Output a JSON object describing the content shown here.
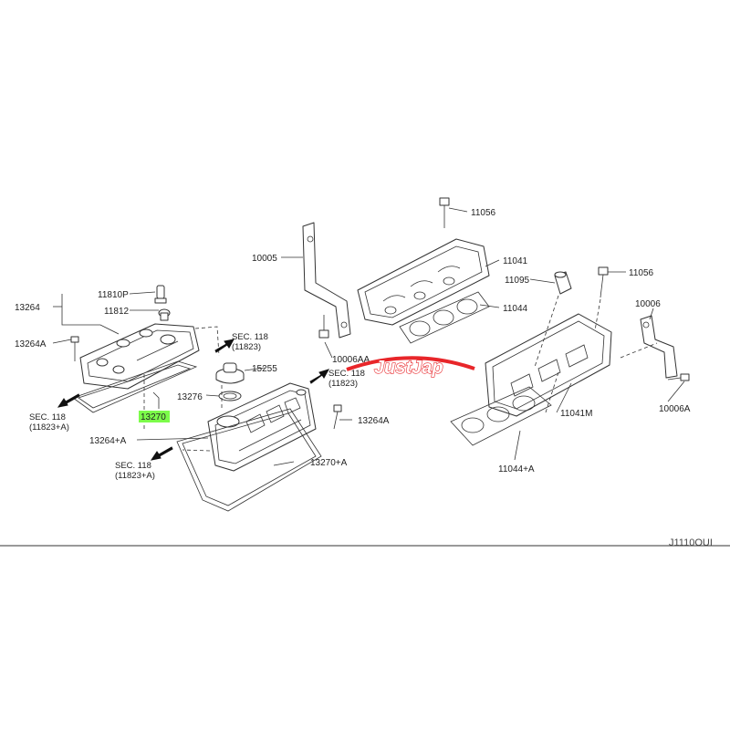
{
  "diagram": {
    "code": "J1110OUI",
    "watermark": "JustJap",
    "labels": {
      "p11810P": "11810P",
      "p13264": "13264",
      "p11812": "11812",
      "p13264A_left": "13264A",
      "sec118_top_a": "SEC. 118",
      "sec118_top_b": "(11823)",
      "sec118_left_a": "SEC. 118",
      "sec118_left_b": "(11823+A)",
      "p13270": "13270",
      "p15255": "15255",
      "p13276": "13276",
      "sec118_mid_a": "SEC. 118",
      "sec118_mid_b": "(11823)",
      "p13264A_mid": "13264A",
      "p13264plusA": "13264+A",
      "sec118_bot_a": "SEC. 118",
      "sec118_bot_b": "(11823+A)",
      "p13270plusA": "13270+A",
      "p10005": "10005",
      "p11056_top": "11056",
      "p11041": "11041",
      "p11044": "11044",
      "p10006AA": "10006AA",
      "p11095": "11095",
      "p11056_right": "11056",
      "p10006": "10006",
      "p10006A": "10006A",
      "p11041M": "11041M",
      "p11044plusA": "11044+A"
    },
    "highlighted_part": "13270",
    "highlight_color": "#7cfc4a",
    "watermark_color": "#e8262a"
  }
}
